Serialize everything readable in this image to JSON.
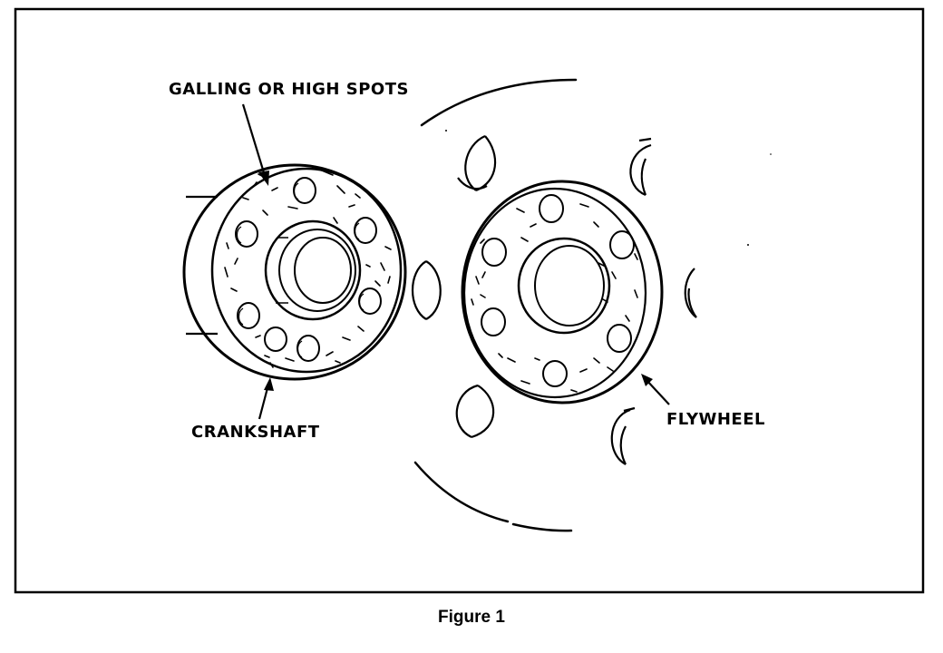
{
  "labels": {
    "galling": "GALLING OR HIGH SPOTS",
    "crankshaft": "CRANKSHAFT",
    "flywheel": "FLYWHEEL"
  },
  "caption": "Figure 1",
  "colors": {
    "ink": "#000000",
    "paper": "#ffffff"
  }
}
